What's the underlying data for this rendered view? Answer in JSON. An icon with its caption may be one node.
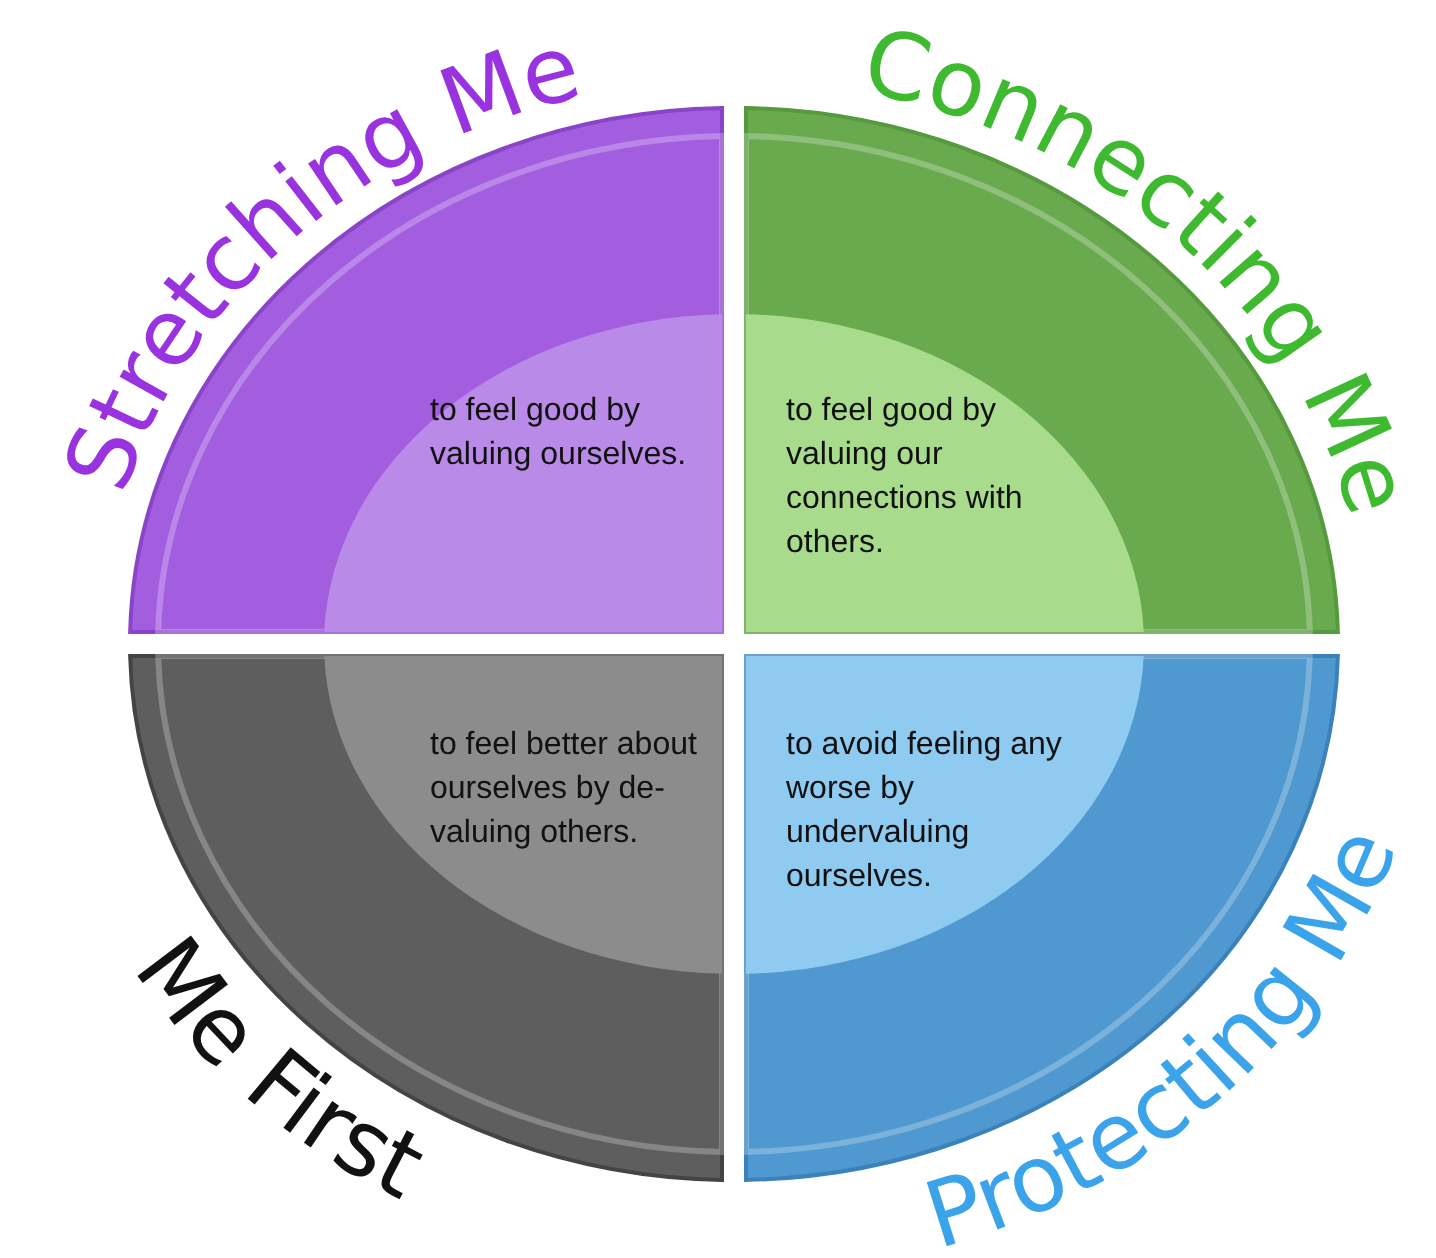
{
  "diagram": {
    "nodes": [
      {
        "text": [
          "Stretching Me",
          "to feel good by valuing ourselves."
        ]
      },
      {
        "text": [
          "Connecting Me",
          "to feel good by valuing our connections with others."
        ]
      },
      {
        "text": [
          "Me First",
          "to feel better about ourselves by de-valuing others."
        ]
      },
      {
        "text": [
          "Protecting Me",
          "to avoid feeling any worse by undervaluing ourselves."
        ]
      }
    ]
  }
}
